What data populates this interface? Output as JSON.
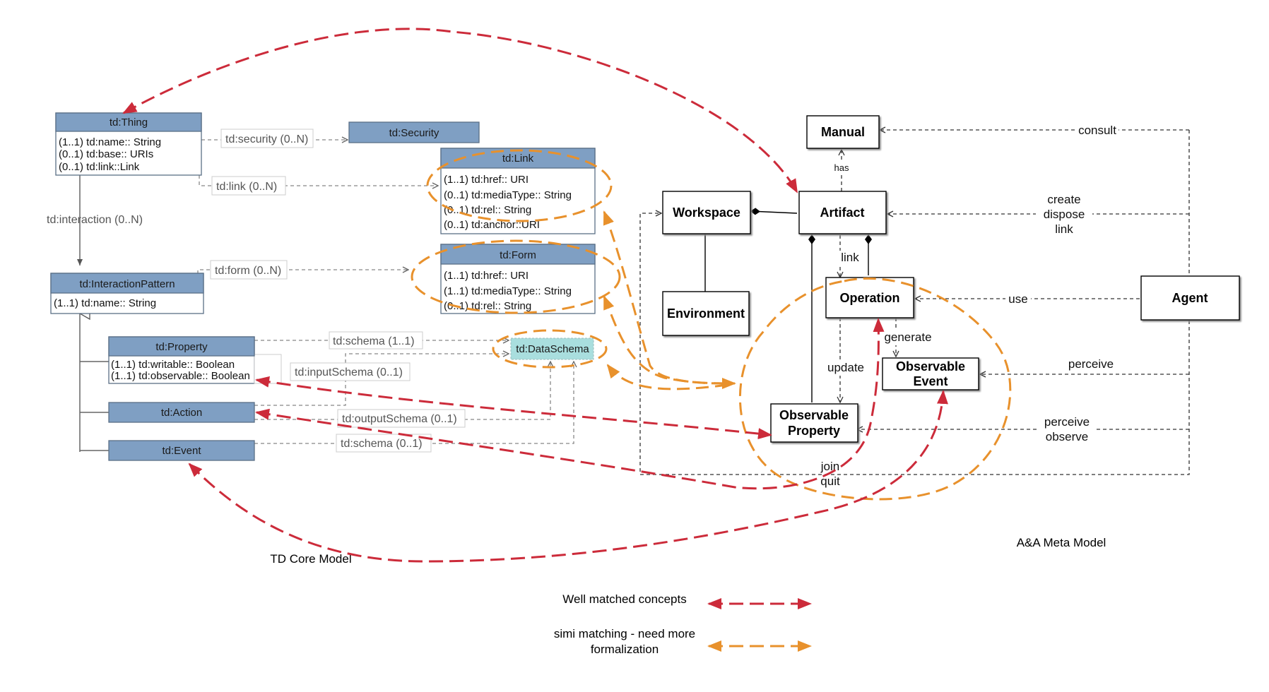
{
  "td": {
    "thing": {
      "name": "td:Thing",
      "attrs": [
        "(1..1) td:name:: String",
        "(0..1) td:base:: URIs",
        "(0..1) td:link::Link"
      ]
    },
    "security": {
      "name": "td:Security"
    },
    "link": {
      "name": "td:Link",
      "attrs": [
        "(1..1) td:href:: URI",
        "(0..1) td:mediaType:: String",
        "(0..1) td:rel:: String",
        "(0..1) td:anchor::URI"
      ]
    },
    "form": {
      "name": "td:Form",
      "attrs": [
        "(1..1) td:href:: URI",
        "(1..1) td:mediaType:: String",
        "(0..1) td:rel:: String"
      ]
    },
    "interaction_pattern": {
      "name": "td:InteractionPattern",
      "attrs": [
        "(1..1) td:name:: String"
      ]
    },
    "property": {
      "name": "td:Property",
      "attrs": [
        "(1..1) td:writable:: Boolean",
        "(1..1) td:observable:: Boolean"
      ]
    },
    "action": {
      "name": "td:Action"
    },
    "event": {
      "name": "td:Event"
    },
    "data_schema": {
      "name": "td:DataSchema"
    },
    "edges": {
      "security": "td:security (0..N)",
      "link": "td:link (0..N)",
      "interaction": "td:interaction (0..N)",
      "form": "td:form (0..N)",
      "schema_property": "td:schema (1..1)",
      "input_schema": "td:inputSchema (0..1)",
      "output_schema": "td:outputSchema (0..1)",
      "schema_event": "td:schema (0..1)"
    },
    "caption": "TD Core Model"
  },
  "aa": {
    "manual": "Manual",
    "workspace": "Workspace",
    "artifact": "Artifact",
    "environment": "Environment",
    "operation": "Operation",
    "observable_event": [
      "Observable",
      "Event"
    ],
    "observable_property": [
      "Observable",
      "Property"
    ],
    "agent": "Agent",
    "labels": {
      "consult": "consult",
      "has": "has",
      "create": [
        "create",
        "dispose",
        "link"
      ],
      "link": "link",
      "use": "use",
      "generate": "generate",
      "perceive": "perceive",
      "update": "update",
      "perceive_observe": [
        "perceive",
        "observe"
      ],
      "join_quit": [
        "join",
        "quit"
      ]
    },
    "caption": "A&A Meta Model"
  },
  "legend": {
    "well_matched": "Well matched concepts",
    "simi_matching": [
      "simi matching - need more",
      "formalization"
    ]
  },
  "colors": {
    "uml_header": "#7f9fc3",
    "uml_border": "#5a6f86",
    "data_schema_fill": "#a9dede",
    "well_matched": "#cc2b3a",
    "simi_matching": "#e8912c",
    "connector": "#777777"
  }
}
